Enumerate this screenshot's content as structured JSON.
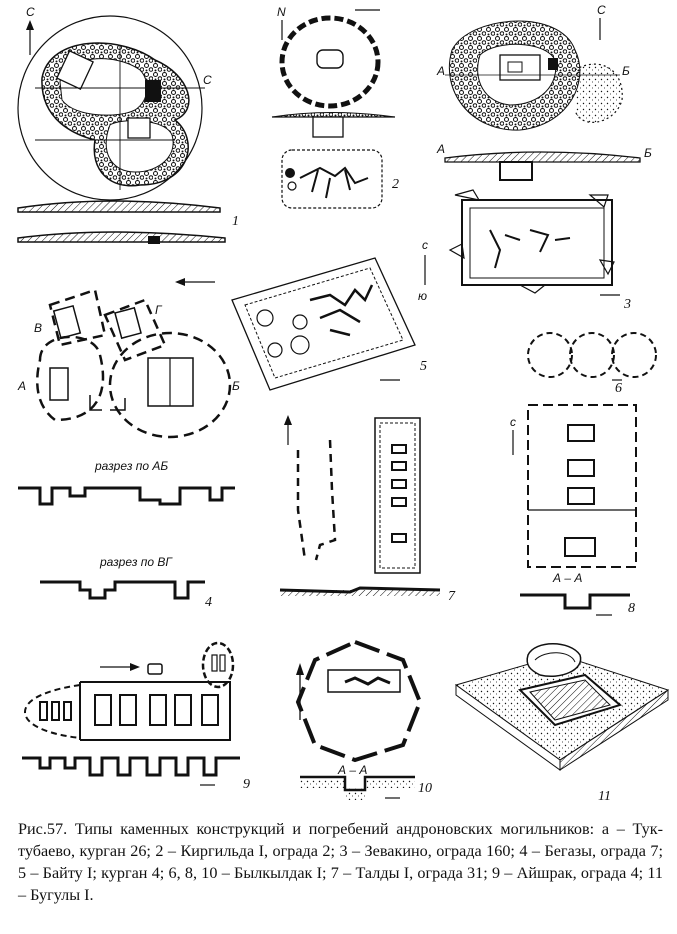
{
  "figure": {
    "panels": [
      {
        "number": "1",
        "labels": {
          "north": "С",
          "east": "С"
        }
      },
      {
        "number": "2",
        "labels": {
          "north": "N"
        }
      },
      {
        "number": "3",
        "labels": {
          "north": "С",
          "a": "А",
          "b": "Б",
          "a2": "А",
          "b2": "Б"
        }
      },
      {
        "number": "4",
        "labels": {
          "a": "А",
          "b": "Б",
          "v": "В",
          "g": "Г",
          "section_ab": "разрез по АБ",
          "section_vg": "разрез по ВГ"
        }
      },
      {
        "number": "5",
        "labels": {
          "north": "с",
          "scale": "ю"
        }
      },
      {
        "number": "6"
      },
      {
        "number": "7"
      },
      {
        "number": "8",
        "labels": {
          "north": "с",
          "section": "А – А"
        }
      },
      {
        "number": "9"
      },
      {
        "number": "10",
        "labels": {
          "section": "А – А"
        }
      },
      {
        "number": "11"
      }
    ]
  },
  "caption": {
    "text": "Рис.57. Типы каменных конструкций и погребений андроновских могильников: а – Тук-тубаево, курган 26; 2 – Киргильда I, ограда 2; 3 – Зевакино, ограда 160; 4 – Бегазы, ограда 7; 5 – Байту I;  курган 4; 6, 8, 10 – Былкылдак I; 7 – Талды I, ограда 31; 9 – Айшрак, ограда 4; 11 – Бугулы I."
  }
}
